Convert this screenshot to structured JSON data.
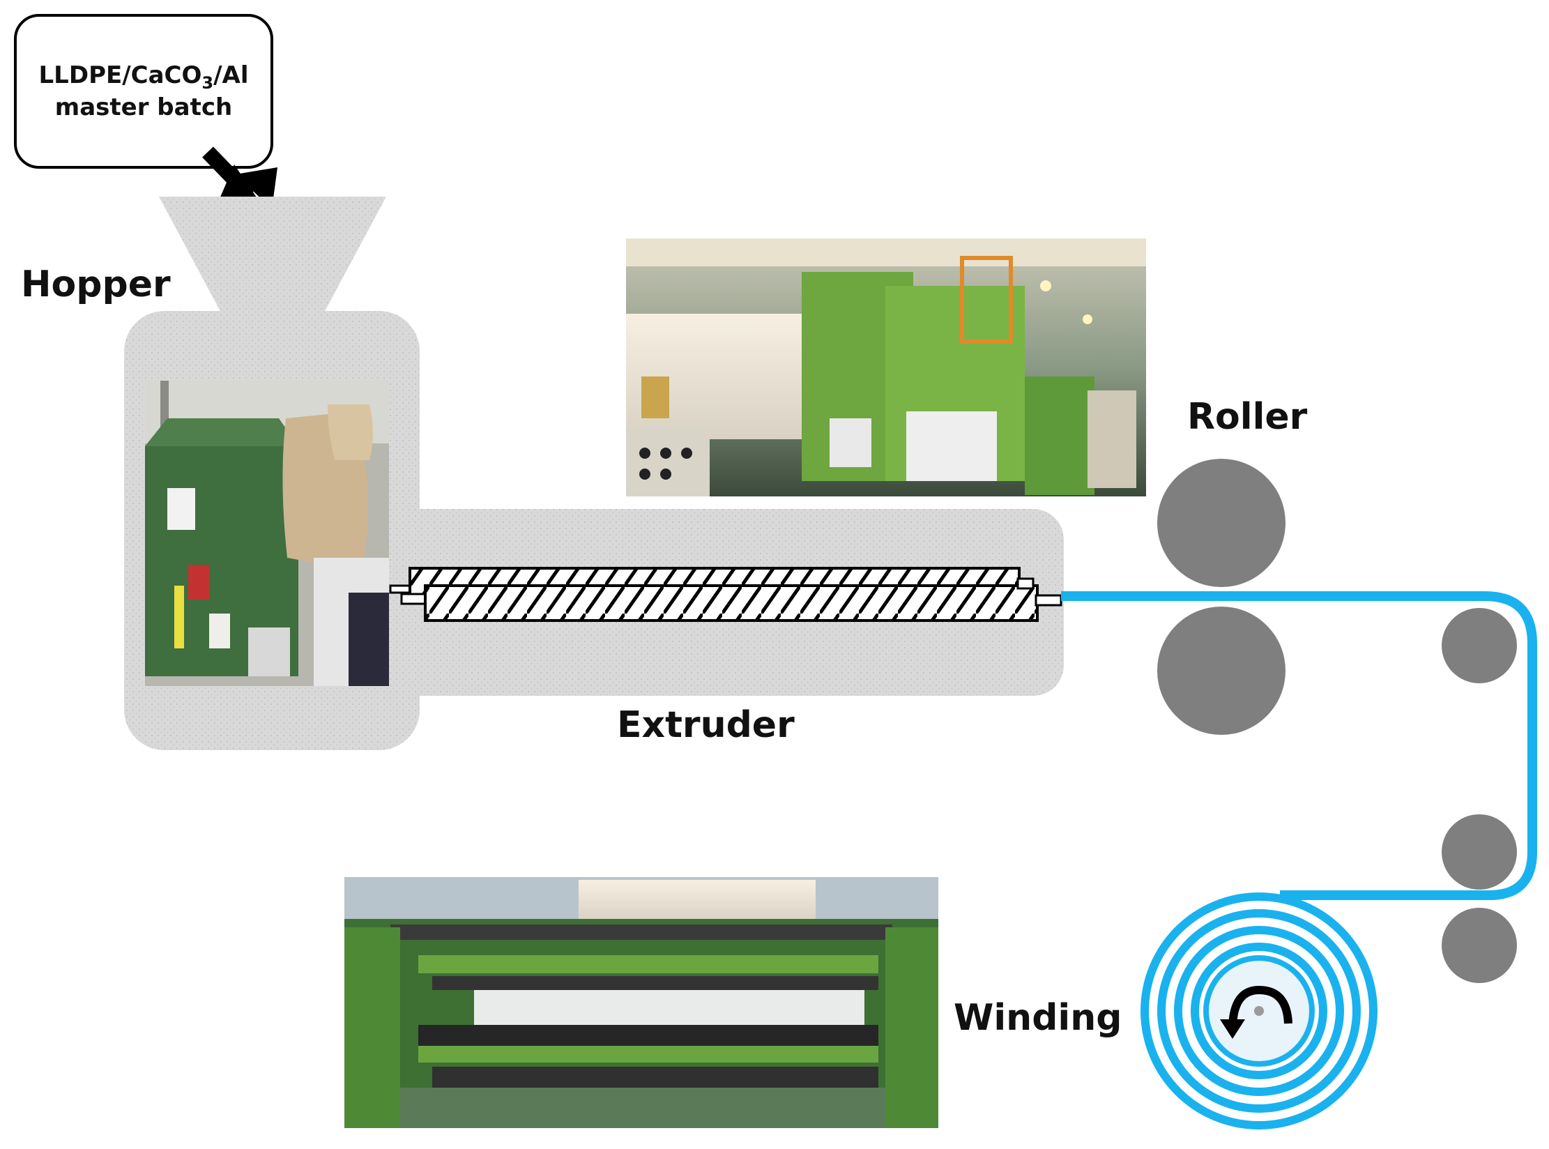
{
  "labels": {
    "batch_line1_main": "LLDPE/CaCO",
    "batch_line1_sub": "3",
    "batch_line1_tail": "/Al",
    "batch_line2": "master batch",
    "hopper": "Hopper",
    "extruder": "Extruder",
    "roller": "Roller",
    "winding": "Winding"
  },
  "colors": {
    "machine_body": "#d9d9d9",
    "roller": "#7f7f7f",
    "film": "#19b2ee",
    "machine_green": "#5f9a3a",
    "arrow": "#000000"
  },
  "icons": {
    "feed_arrow": "arrow-down-right-icon",
    "winding_rotation": "rotate-arrow-icon"
  }
}
